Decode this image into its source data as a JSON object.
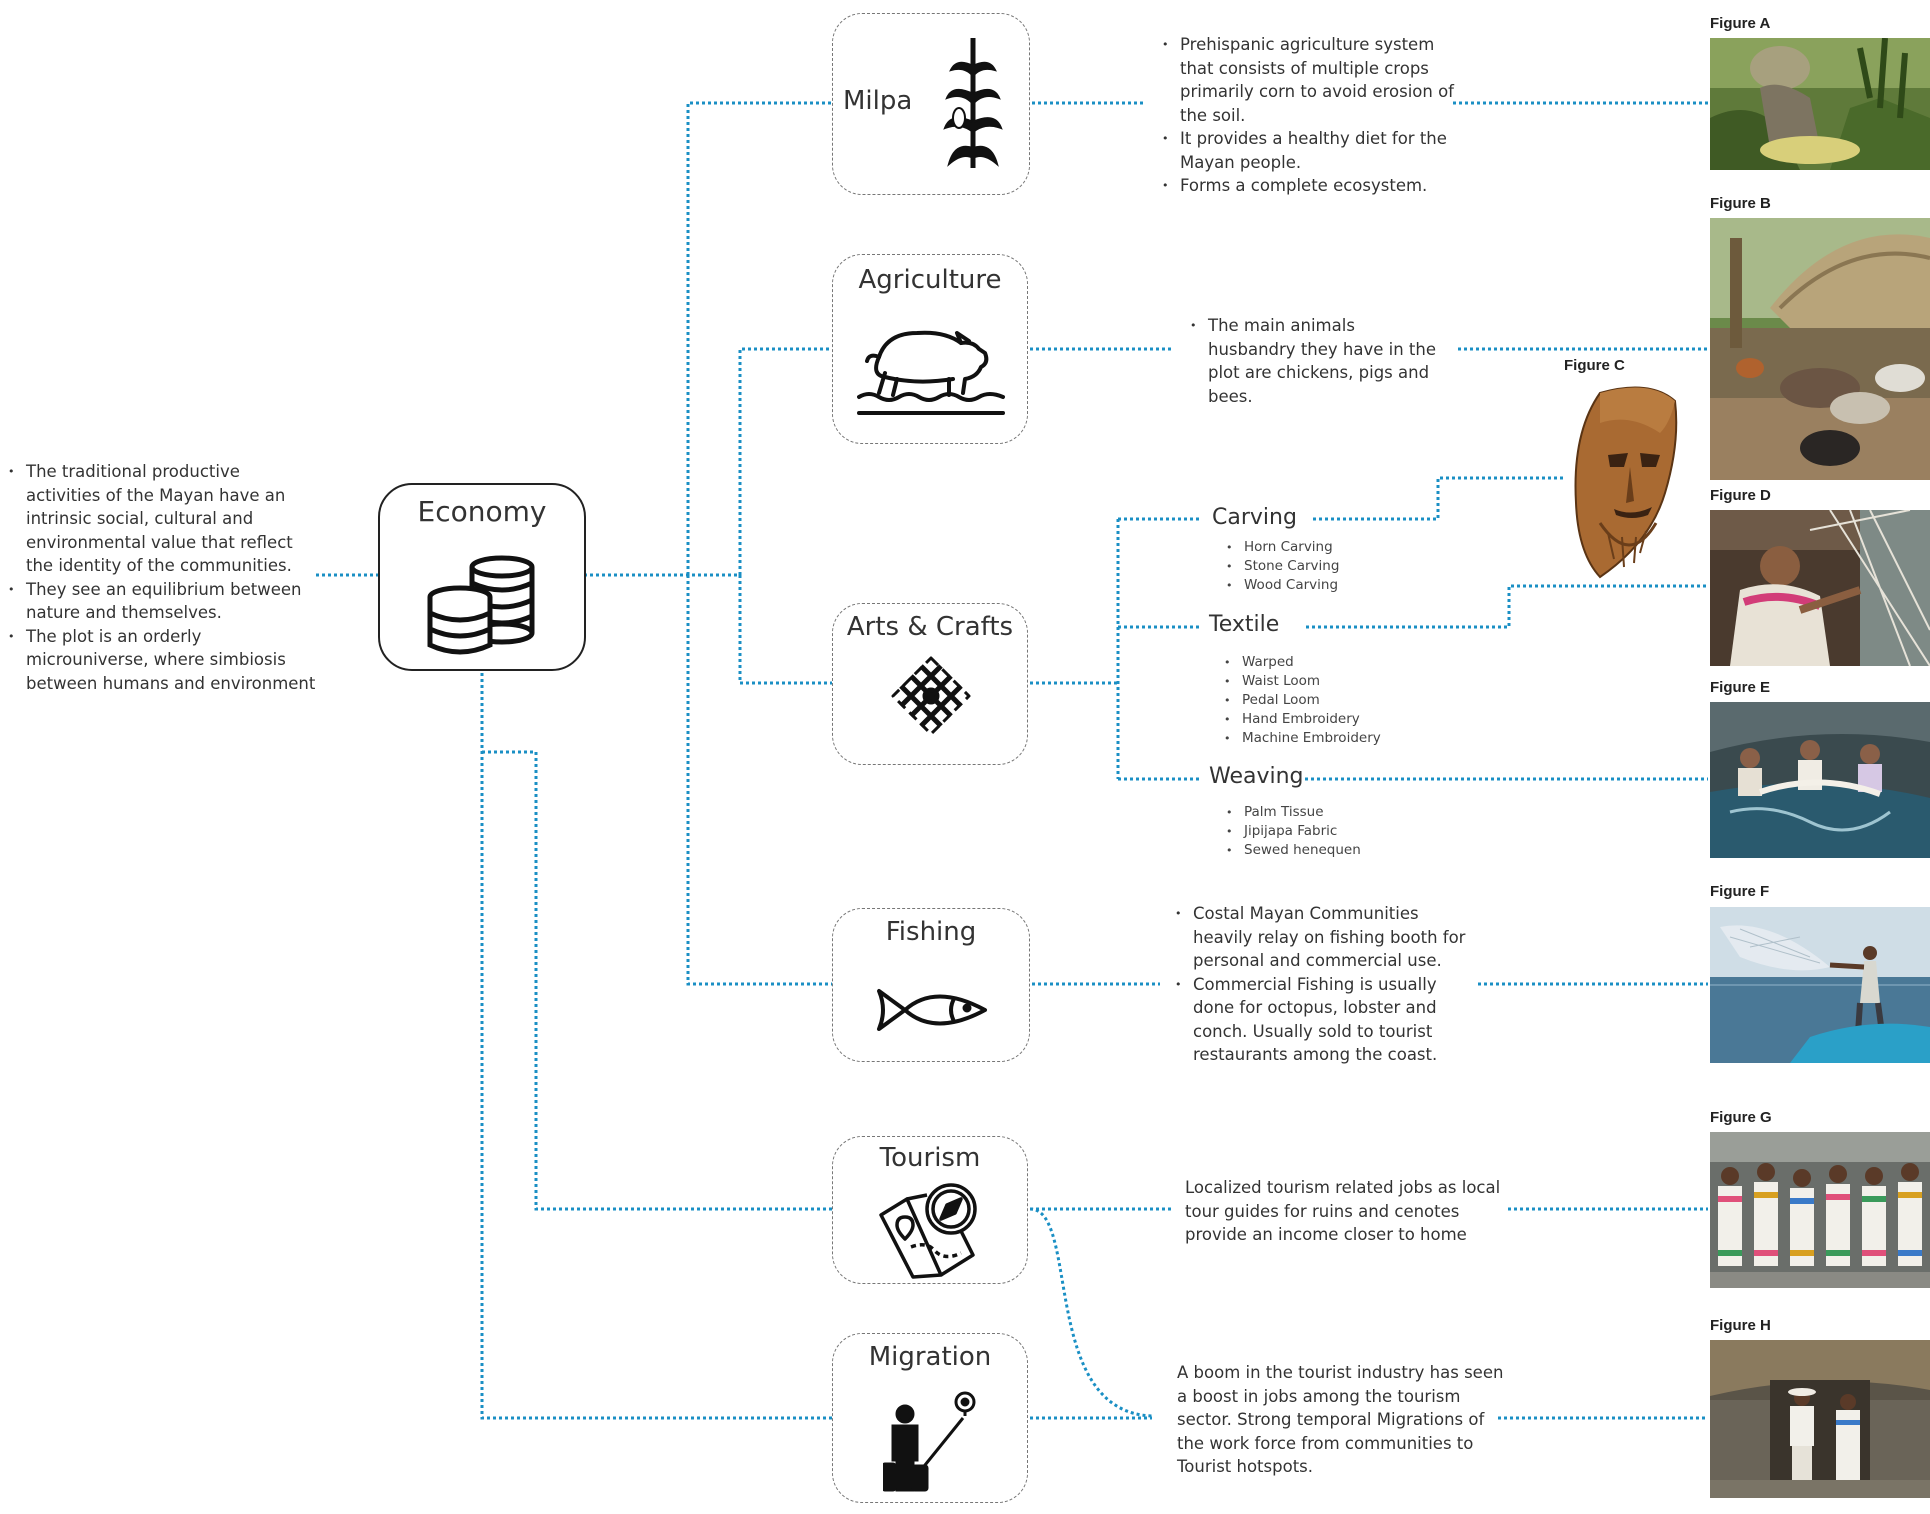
{
  "colors": {
    "connector": "#1a8fc4",
    "box_border": "#777777",
    "text": "#333333"
  },
  "intro": {
    "bullets": [
      "The traditional productive activities of the Mayan have an intrinsic social, cultural and environmental value that  reflect the identity of the communities.",
      "They see an equilibrium between nature and themselves.",
      "The plot is an orderly microuniverse, where simbiosis between humans and environment"
    ]
  },
  "economy": {
    "title": "Economy",
    "icon": "coins-stack-icon"
  },
  "nodes": {
    "milpa": {
      "title": "Milpa",
      "icon": "corn-plant-icon"
    },
    "agriculture": {
      "title": "Agriculture",
      "icon": "pig-icon"
    },
    "arts": {
      "title": "Arts & Crafts",
      "icon": "celtic-knot-icon"
    },
    "fishing": {
      "title": "Fishing",
      "icon": "fish-icon"
    },
    "tourism": {
      "title": "Tourism",
      "icon": "map-compass-icon"
    },
    "migration": {
      "title": "Migration",
      "icon": "traveler-location-icon"
    }
  },
  "descriptions": {
    "milpa": [
      "Prehispanic agriculture system that consists of multiple crops primarily corn to avoid erosion of the soil.",
      "It provides a healthy diet for the Mayan people.",
      "Forms a complete ecosystem."
    ],
    "agriculture": [
      "The main animals husbandry they have in the plot are chickens, pigs and bees."
    ],
    "fishing": [
      "Costal Mayan Communities heavily relay on fishing booth for personal and commercial use.",
      "Commercial Fishing is usually done for octopus, lobster and conch. Usually sold to tourist restaurants among the coast."
    ],
    "tourism": "Localized tourism related jobs as local tour guides for ruins and cenotes provide an income closer to home",
    "migration": "A boom in the tourist industry has seen a boost in jobs among the tourism sector. Strong  temporal Migrations of the work force from communities to Tourist hotspots."
  },
  "crafts": {
    "carving": {
      "title": "Carving",
      "items": [
        "Horn Carving",
        "Stone Carving",
        "Wood  Carving"
      ]
    },
    "textile": {
      "title": "Textile",
      "items": [
        "Warped",
        "Waist Loom",
        "Pedal Loom",
        "Hand Embroidery",
        "Machine Embroidery"
      ]
    },
    "weaving": {
      "title": "Weaving",
      "items": [
        "Palm Tissue",
        "Jipijapa Fabric",
        "Sewed henequen"
      ]
    }
  },
  "figures": {
    "a": {
      "label": "Figure A",
      "subject": "farmer harvesting corn"
    },
    "b": {
      "label": "Figure B",
      "subject": "thatched hut with chickens and turkeys"
    },
    "c": {
      "label": "Figure C",
      "subject": "carved wooden mask"
    },
    "d": {
      "label": "Figure D",
      "subject": "woman weaving hammock"
    },
    "e": {
      "label": "Figure E",
      "subject": "women weaving palm in cave"
    },
    "f": {
      "label": "Figure F",
      "subject": "fisherman casting net from boat"
    },
    "g": {
      "label": "Figure G",
      "subject": "group of women in huipil dresses"
    },
    "h": {
      "label": "Figure H",
      "subject": "couple standing in front of thatched house"
    }
  }
}
